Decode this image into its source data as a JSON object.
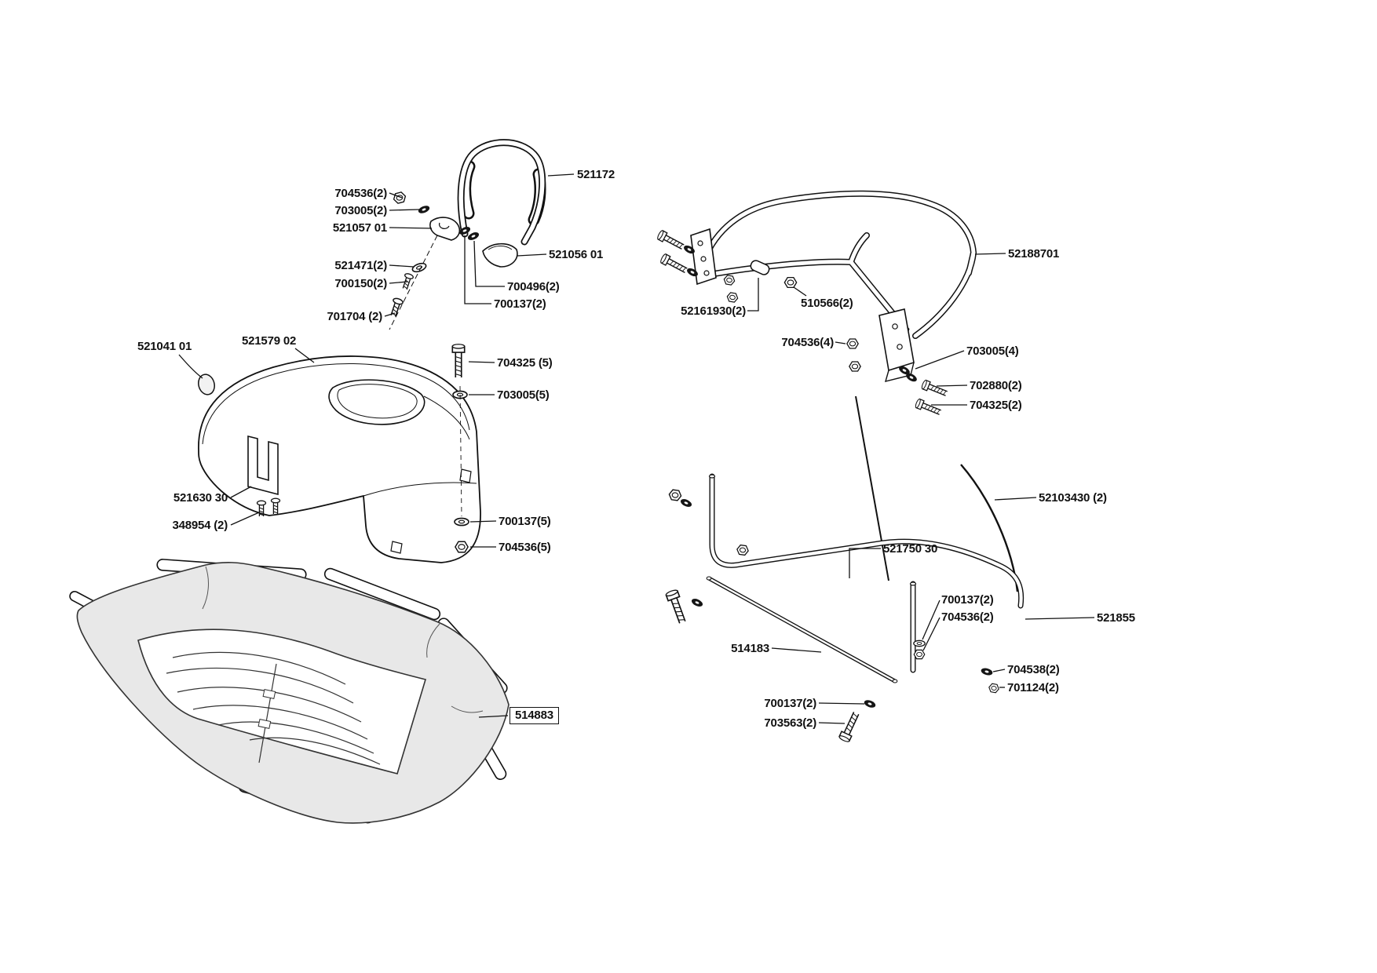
{
  "page": {
    "kind": "exploded-parts-diagram"
  },
  "colors": {
    "background": "#ffffff",
    "line": "#111111",
    "fabric_fill": "#e8e8e8"
  },
  "labels": {
    "handle": {
      "p521172": "521172",
      "p704536_2": "704536(2)",
      "p703005_2": "703005(2)",
      "p521057_01": "521057 01",
      "p521471_2": "521471(2)",
      "p700150_2": "700150(2)",
      "p701704_2": "701704 (2)",
      "p521056_01": "521056 01",
      "p700496_2": "700496(2)",
      "p700137_2": "700137(2)"
    },
    "hood": {
      "p521041_01": "521041 01",
      "p521579_02": "521579 02",
      "p704325_5": "704325 (5)",
      "p703005_5": "703005(5)",
      "p521630_30": "521630 30",
      "p348954_2": "348954 (2)",
      "p700137_5": "700137(5)",
      "p704536_5": "704536(5)"
    },
    "bag": {
      "p514883": "514883"
    },
    "upper_frame": {
      "p52188701": "52188701",
      "p52161930_2": "52161930(2)",
      "p510566_2": "510566(2)",
      "p704536_4": "704536(4)",
      "p703005_4": "703005(4)",
      "p702880_2": "702880(2)",
      "p704325_2": "704325(2)"
    },
    "lower_frame": {
      "p52103430_2": "52103430 (2)",
      "p521750_30": "521750 30",
      "p700137_2": "700137(2)",
      "p704536_2": "704536(2)",
      "p521855": "521855",
      "p514183": "514183",
      "p704538_2": "704538(2)",
      "p701124_2": "701124(2)",
      "p700137_2b": "700137(2)",
      "p703563_2": "703563(2)"
    }
  }
}
